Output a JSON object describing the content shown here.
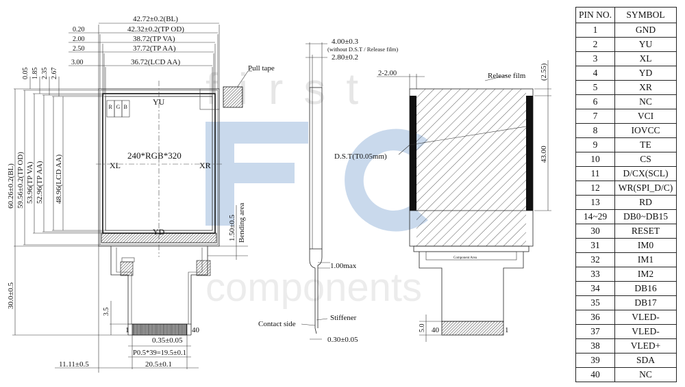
{
  "drawing": {
    "front_dims": {
      "width_bl": "42.72±0.2(BL)",
      "width_tp_od": "42.32±0.2(TP OD)",
      "width_tp_va": "38.72(TP VA)",
      "width_tp_aa": "37.72(TP AA)",
      "width_lcd_aa": "36.72(LCD AA)",
      "off_020": "0.20",
      "off_200": "2.00",
      "off_250": "2.50",
      "off_300": "3.00",
      "v_005": "0.05",
      "v_185": "1.85",
      "v_235": "2.35",
      "v_267": "2.67",
      "height_bl": "60.26±0.2(BL)",
      "height_tp_od": "59.56±0.2(TP OD)",
      "height_tp_va": "53.96(TP VA)",
      "height_tp_aa": "52.96(TP AA)",
      "height_lcd_aa": "48.96(LCD AA)",
      "fpc_len": "30.0±0.5",
      "fpc_35": "3.5",
      "bend": "1.50±0.5",
      "bend_label": "Bending area",
      "pitch": "0.35±0.05",
      "pitch_total": "P0.5*39=19.5±0.1",
      "fpc_width": "20.5±0.1",
      "fpc_offset": "11.11±0.5",
      "pin1": "1",
      "pin40": "40"
    },
    "screen_labels": {
      "yu": "YU",
      "yd": "YD",
      "xl": "XL",
      "xr": "XR",
      "resolution": "240*RGB*320",
      "r": "R",
      "g": "G",
      "b": "B"
    },
    "callouts": {
      "pull_tape": "Pull tape",
      "release_film": "Release film",
      "dst": "D.S.T(T0.05mm)",
      "contact_side": "Contact side",
      "stiffener": "Stiffener",
      "component_area": "Component Area"
    },
    "side_dims": {
      "thickness": "4.00±0.3",
      "thickness_note": "(without D.S.T / Release film)",
      "thickness2": "2.80±0.2",
      "bend_max": "1.00max",
      "stiffener_t": "0.30±0.05"
    },
    "back_dims": {
      "dst_w": "2-2.00",
      "top_gap": "(2.55)",
      "dst_h": "43.00",
      "stiff_h": "5.0",
      "pin40": "40",
      "pin1": "1"
    },
    "watermark": {
      "top": "first",
      "big": "FC",
      "bottom": "components"
    }
  },
  "pin_table": {
    "header_no": "PIN NO.",
    "header_symbol": "SYMBOL",
    "rows": [
      {
        "no": "1",
        "sym": "GND"
      },
      {
        "no": "2",
        "sym": "YU"
      },
      {
        "no": "3",
        "sym": "XL"
      },
      {
        "no": "4",
        "sym": "YD"
      },
      {
        "no": "5",
        "sym": "XR"
      },
      {
        "no": "6",
        "sym": "NC"
      },
      {
        "no": "7",
        "sym": "VCI"
      },
      {
        "no": "8",
        "sym": "IOVCC"
      },
      {
        "no": "9",
        "sym": "TE"
      },
      {
        "no": "10",
        "sym": "CS"
      },
      {
        "no": "11",
        "sym": "D/CX(SCL)"
      },
      {
        "no": "12",
        "sym": "WR(SPI_D/C)"
      },
      {
        "no": "13",
        "sym": "RD"
      },
      {
        "no": "14~29",
        "sym": "DB0~DB15"
      },
      {
        "no": "30",
        "sym": "RESET"
      },
      {
        "no": "31",
        "sym": "IM0"
      },
      {
        "no": "32",
        "sym": "IM1"
      },
      {
        "no": "33",
        "sym": "IM2"
      },
      {
        "no": "34",
        "sym": "DB16"
      },
      {
        "no": "35",
        "sym": "DB17"
      },
      {
        "no": "36",
        "sym": "VLED-"
      },
      {
        "no": "37",
        "sym": "VLED-"
      },
      {
        "no": "38",
        "sym": "VLED+"
      },
      {
        "no": "39",
        "sym": "SDA"
      },
      {
        "no": "40",
        "sym": "NC"
      }
    ]
  }
}
